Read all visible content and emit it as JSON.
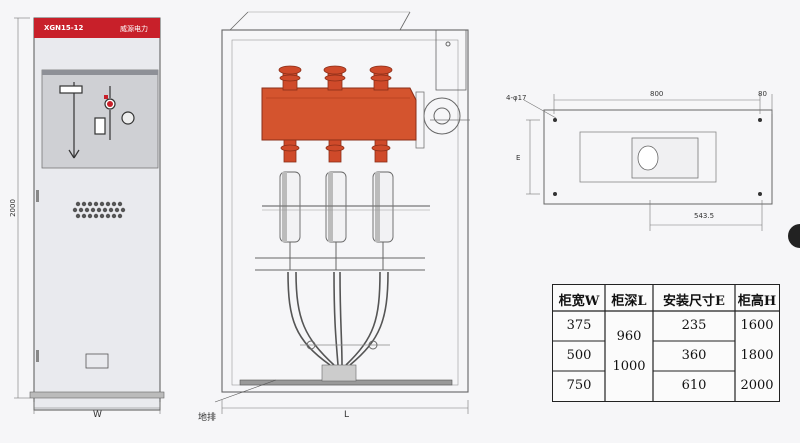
{
  "cabinet_front": {
    "model_label": "XGN15-12",
    "brand_label": "威源电力",
    "height_dim": "2000",
    "width_dim": "W"
  },
  "side_view": {
    "ground_bar_label": "地排",
    "depth_dim": "L"
  },
  "base_plan": {
    "hole_label": "4-φ17",
    "length_dim": "800",
    "edge_dim": "80",
    "bottom_dim": "543.5",
    "side_dim": "E"
  },
  "spec_table": {
    "headers": [
      "柜宽W",
      "柜深L",
      "安装尺寸E",
      "柜高H"
    ],
    "width_values": [
      "375",
      "500",
      "750"
    ],
    "depth_values": [
      "960",
      "1000"
    ],
    "mount_values": [
      "235",
      "360",
      "610"
    ],
    "height_values": [
      "1600",
      "1800",
      "2000"
    ]
  }
}
